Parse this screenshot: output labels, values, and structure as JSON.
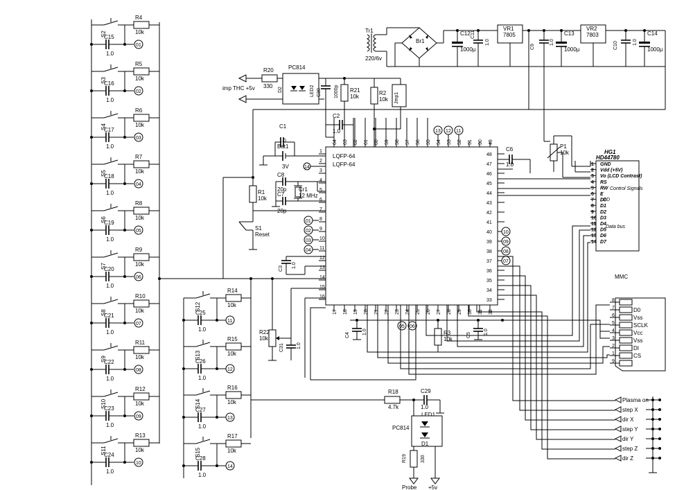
{
  "mcu": {
    "label1": "LQFP-64",
    "label2": "LQFP-64",
    "left_pins": [
      "1",
      "2",
      "3",
      "4",
      "5",
      "6",
      "7",
      "8",
      "9",
      "10",
      "11",
      "12",
      "13",
      "14",
      "15",
      "16"
    ],
    "right_pins": [
      "48",
      "47",
      "46",
      "45",
      "44",
      "43",
      "42",
      "41",
      "40",
      "39",
      "38",
      "37",
      "36",
      "35",
      "34",
      "33"
    ],
    "top_pins": [
      "64",
      "63",
      "62",
      "61",
      "60",
      "59",
      "58",
      "57",
      "56",
      "55",
      "54",
      "53",
      "52",
      "51",
      "50",
      "49"
    ],
    "bottom_pins": [
      "17",
      "18",
      "19",
      "20",
      "21",
      "22",
      "23",
      "24",
      "25",
      "26",
      "27",
      "28",
      "29",
      "30",
      "31",
      "32"
    ]
  },
  "switch_column": [
    {
      "sw": "S2",
      "r": "R4",
      "rv": "10k",
      "c": "C15",
      "cv": "1.0",
      "net": "01"
    },
    {
      "sw": "S3",
      "r": "R5",
      "rv": "10k",
      "c": "C16",
      "cv": "1.0",
      "net": "02"
    },
    {
      "sw": "S4",
      "r": "R6",
      "rv": "10k",
      "c": "C17",
      "cv": "1.0",
      "net": "03"
    },
    {
      "sw": "S5",
      "r": "R7",
      "rv": "10k",
      "c": "C18",
      "cv": "1.0",
      "net": "04"
    },
    {
      "sw": "S6",
      "r": "R8",
      "rv": "10k",
      "c": "C19",
      "cv": "1.0",
      "net": "05"
    },
    {
      "sw": "S7",
      "r": "R9",
      "rv": "10k",
      "c": "C20",
      "cv": "1.0",
      "net": "06"
    },
    {
      "sw": "S8",
      "r": "R10",
      "rv": "10k",
      "c": "C21",
      "cv": "1.0",
      "net": "07"
    },
    {
      "sw": "S9",
      "r": "R11",
      "rv": "10k",
      "c": "C22",
      "cv": "1.0",
      "net": "08"
    },
    {
      "sw": "S10",
      "r": "R12",
      "rv": "10k",
      "c": "C23",
      "cv": "1.0",
      "net": "09"
    },
    {
      "sw": "S11",
      "r": "R13",
      "rv": "10k",
      "c": "C24",
      "cv": "1.0",
      "net": "10"
    }
  ],
  "switch_column2": [
    {
      "sw": "S12",
      "r": "R14",
      "rv": "10k",
      "c": "C25",
      "cv": "1.0",
      "net": "11"
    },
    {
      "sw": "S13",
      "r": "R15",
      "rv": "10k",
      "c": "C26",
      "cv": "1.0",
      "net": "12"
    },
    {
      "sw": "S14",
      "r": "R16",
      "rv": "10k",
      "c": "C27",
      "cv": "1.0",
      "net": "13"
    },
    {
      "sw": "S15",
      "r": "R17",
      "rv": "10k",
      "c": "C28",
      "cv": "1.0",
      "net": "14"
    }
  ],
  "power": {
    "tr1": "Tr1",
    "tr1_val": "220/6v",
    "br1": "Br1",
    "c12": "C12",
    "c12v": "1000µ",
    "c11": "C11",
    "c11v": "1.0",
    "vr1": "VR1",
    "vr1v": "7805",
    "c9": "C9",
    "c9v": "1.0",
    "c13": "C13",
    "c13v": "1000µ",
    "vr2": "VR2",
    "vr2v": "7803",
    "c10": "C10",
    "c10v": "1.0",
    "c14": "C14",
    "c14v": "1000µ"
  },
  "input_opto": {
    "r20": "R20",
    "r20v": "330",
    "imp": "imp THC +5v",
    "pc814": "PC814",
    "d2": "D2",
    "led2": "LED2",
    "c30": "C30",
    "c30v": "1000p",
    "r21": "R21",
    "r21v": "10k",
    "r2": "R2",
    "r2v": "10k",
    "jmp": "Jmp1"
  },
  "support": {
    "c2": "C2",
    "c2v": "1.0",
    "c1": "C1",
    "c1v": "1.0",
    "bat": "Bat1",
    "batv": "3V",
    "c8": "C8",
    "c8v": "20p",
    "c7": "C7",
    "c7v": "20p",
    "cr1": "Cr1",
    "cr1v": "12 MHz",
    "r1": "R1",
    "r1v": "10k",
    "s1": "S1",
    "s1v": "Reset",
    "c3": "C3",
    "c3v": "1.0",
    "r22": "R22",
    "r22v": "10k",
    "c31": "C31",
    "c31v": "1.0",
    "c4": "C4",
    "c4v": "1.0",
    "r3": "R3",
    "r3v": "10k",
    "c5": "C5",
    "c5v": "1.0",
    "c6": "C6",
    "c6v": "1.0",
    "p1": "P1",
    "p1v": "10k"
  },
  "mcu_nets_left": [
    "01",
    "02",
    "03",
    "04"
  ],
  "mcu_net_top_left": "14",
  "mcu_nets_top": [
    "13",
    "12",
    "11"
  ],
  "mcu_nets_right": [
    "10",
    "09",
    "08",
    "07"
  ],
  "mcu_nets_bottom": [
    "05",
    "06"
  ],
  "lcd": {
    "ref": "HG1",
    "part": "HD44780",
    "pins": [
      {
        "n": "1",
        "t": "GND"
      },
      {
        "n": "2",
        "t": "Vdd (+5V)"
      },
      {
        "n": "3",
        "t": "Vo (LCD Contrast)"
      },
      {
        "n": "4",
        "t": "RS"
      },
      {
        "n": "5",
        "t": "RW"
      },
      {
        "n": "6",
        "t": "E"
      },
      {
        "n": "7",
        "t": "D0"
      },
      {
        "n": "8",
        "t": "D1"
      },
      {
        "n": "9",
        "t": "D2"
      },
      {
        "n": "10",
        "t": "D3"
      },
      {
        "n": "11",
        "t": "D4"
      },
      {
        "n": "12",
        "t": "D5"
      },
      {
        "n": "13",
        "t": "D6"
      },
      {
        "n": "14",
        "t": "D7"
      }
    ],
    "lcd_label": "LCD",
    "control": "Control Signals",
    "databus": "Data bus"
  },
  "mmc": {
    "title": "MMC",
    "pins": [
      {
        "n": "8",
        "t": ""
      },
      {
        "n": "7",
        "t": "D0"
      },
      {
        "n": "6",
        "t": "Vss"
      },
      {
        "n": "5",
        "t": "SCLK"
      },
      {
        "n": "4",
        "t": "Vcc"
      },
      {
        "n": "3",
        "t": "Vss"
      },
      {
        "n": "2",
        "t": "DI"
      },
      {
        "n": "1",
        "t": "CS"
      },
      {
        "n": "9",
        "t": ""
      }
    ]
  },
  "outputs": [
    "Plasma on",
    "step X",
    "dir X",
    "step Y",
    "dir Y",
    "step Z",
    "dir Z"
  ],
  "probe": {
    "r18": "R18",
    "r18v": "4.7k",
    "c29": "C29",
    "c29v": "1.0",
    "led1": "LED1",
    "pc814": "PC814",
    "d1": "D1",
    "r19": "R19",
    "r19v": "330",
    "probe": "Probe",
    "p5": "+5v"
  }
}
